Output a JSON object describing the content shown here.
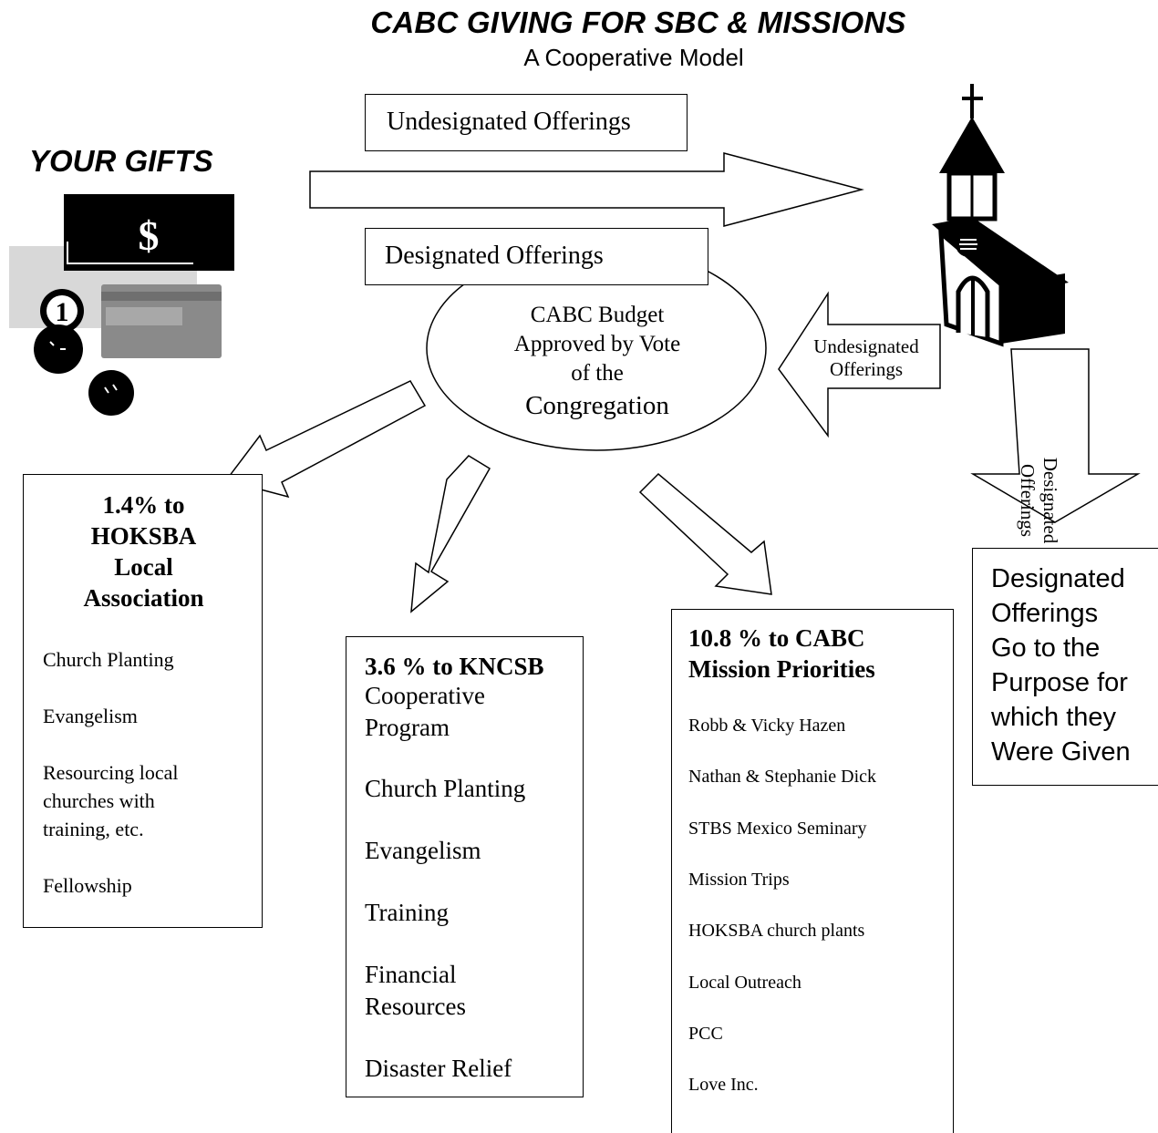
{
  "title": "CABC GIVING FOR SBC & MISSIONS",
  "subtitle": "A Cooperative Model",
  "gifts_label": "YOUR GIFTS",
  "offerings": {
    "undesignated_top": "Undesignated Offerings",
    "designated_mid": "Designated Offerings",
    "undesignated_arrow": [
      "Undesignated",
      "Offerings"
    ],
    "designated_arrow": [
      "Designated",
      "Offerings"
    ]
  },
  "budget": {
    "lines": [
      "CABC Budget",
      "Approved by Vote",
      "of the",
      "Congregation"
    ]
  },
  "hoksba": {
    "heading": [
      "1.4% to",
      "HOKSBA",
      "Local",
      "Association"
    ],
    "items": [
      "Church Planting",
      "Evangelism",
      "Resourcing local",
      "churches with",
      "training, etc.",
      "Fellowship"
    ]
  },
  "kncsb": {
    "heading": "3.6 % to KNCSB",
    "items": [
      "Cooperative",
      "Program",
      "Church Planting",
      "Evangelism",
      "Training",
      "Financial",
      "Resources",
      "Disaster Relief"
    ]
  },
  "cabc": {
    "heading": [
      "10.8 % to CABC",
      "Mission Priorities"
    ],
    "items": [
      "Robb & Vicky Hazen",
      "Nathan & Stephanie Dick",
      "STBS Mexico Seminary",
      "Mission Trips",
      "HOKSBA church  plants",
      "Local Outreach",
      "PCC",
      "Love Inc."
    ]
  },
  "designated_final": [
    "Designated",
    "Offerings",
    "Go to the",
    "Purpose for",
    "which they",
    "Were Given"
  ],
  "icons": {
    "gifts": "money-coins-card-icon",
    "church": "church-icon",
    "dollar_symbol": "$",
    "coin_label": "1"
  }
}
